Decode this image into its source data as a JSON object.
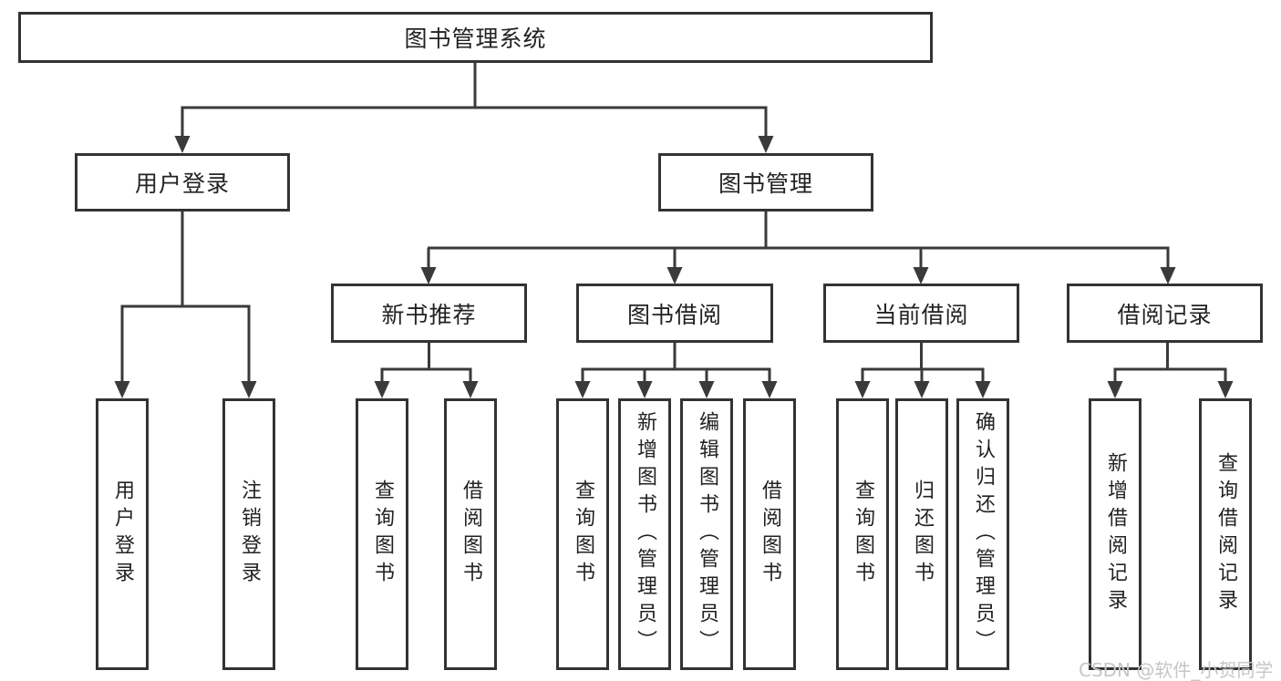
{
  "diagram_type": "hierarchy-tree",
  "tree": {
    "label": "图书管理系统",
    "children": [
      {
        "label": "用户登录",
        "children": [
          {
            "label": "用户登录"
          },
          {
            "label": "注销登录"
          }
        ]
      },
      {
        "label": "图书管理",
        "children": [
          {
            "label": "新书推荐",
            "children": [
              {
                "label": "查询图书"
              },
              {
                "label": "借阅图书"
              }
            ]
          },
          {
            "label": "图书借阅",
            "children": [
              {
                "label": "查询图书"
              },
              {
                "label": "新增图书（管理员）"
              },
              {
                "label": "编辑图书（管理员）"
              },
              {
                "label": "借阅图书"
              }
            ]
          },
          {
            "label": "当前借阅",
            "children": [
              {
                "label": "查询图书"
              },
              {
                "label": "归还图书"
              },
              {
                "label": "确认归还（管理员）"
              }
            ]
          },
          {
            "label": "借阅记录",
            "children": [
              {
                "label": "新增借阅记录"
              },
              {
                "label": "查询借阅记录"
              }
            ]
          }
        ]
      }
    ]
  },
  "watermark": "CSDN @软件_小贺同学",
  "colors": {
    "background": "#ffffff",
    "box_border": "#333333",
    "connector_line": "#3a3a3a",
    "text": "#222222",
    "watermark": "#c6c6c6"
  }
}
